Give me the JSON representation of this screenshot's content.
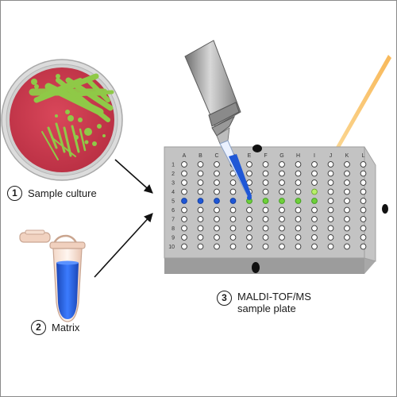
{
  "steps": [
    {
      "number": "1",
      "label": "Sample culture"
    },
    {
      "number": "2",
      "label": "Matrix"
    },
    {
      "number": "3",
      "label_line1": "MALDI-TOF/MS",
      "label_line2": "sample plate"
    }
  ],
  "plate": {
    "columns": [
      "A",
      "B",
      "C",
      "D",
      "E",
      "F",
      "G",
      "H",
      "I",
      "J",
      "K",
      "L"
    ],
    "rows": [
      "1",
      "2",
      "3",
      "4",
      "5",
      "6",
      "7",
      "8",
      "9",
      "10"
    ],
    "blue_wells_row": "5",
    "blue_wells_columns": [
      "A",
      "B",
      "C",
      "D"
    ],
    "green_wells_row": "5",
    "green_wells_columns": [
      "E",
      "F",
      "G",
      "H",
      "I"
    ],
    "laser_target": {
      "row": "4",
      "column": "I"
    }
  },
  "colors": {
    "agar": "#cc3d4f",
    "colony": "#8fc947",
    "matrix": "#1f57d6",
    "laser": "#f6a328",
    "plate": "#bfbfbf",
    "green_well": "#6fd03a"
  }
}
